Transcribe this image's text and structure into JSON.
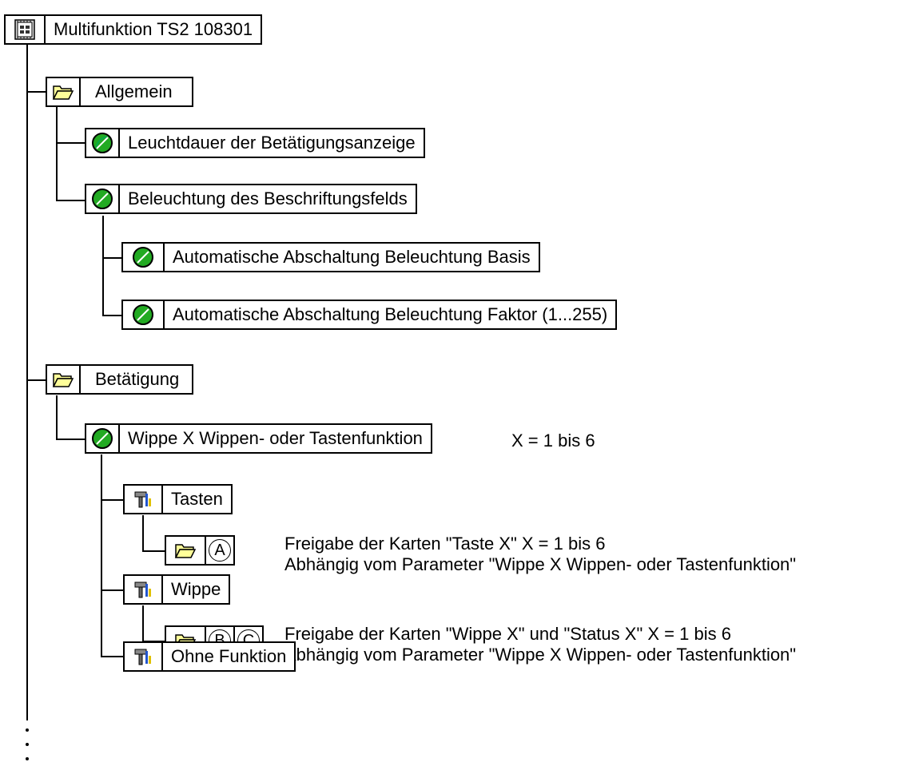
{
  "root": {
    "label": "Multifunktion TS2 108301",
    "icon": "device-icon"
  },
  "allgemein": {
    "label": "Allgemein",
    "icon": "folder-icon",
    "children": [
      {
        "label": "Leuchtdauer der Betätigungsanzeige",
        "icon": "parameter-icon"
      },
      {
        "label": "Beleuchtung des Beschriftungsfelds",
        "icon": "parameter-icon",
        "children": [
          {
            "label": "Automatische Abschaltung Beleuchtung Basis",
            "icon": "parameter-icon"
          },
          {
            "label": "Automatische Abschaltung Beleuchtung Faktor (1...255)",
            "icon": "parameter-icon"
          }
        ]
      }
    ]
  },
  "betaetigung": {
    "label": "Betätigung",
    "icon": "folder-icon",
    "wippe_param": {
      "label": "Wippe X Wippen- oder Tastenfunktion",
      "icon": "parameter-icon",
      "note": "X = 1 bis 6"
    },
    "options": [
      {
        "label": "Tasten",
        "icon": "tool-icon",
        "cards": [
          "A"
        ],
        "note_line1": "Freigabe der Karten \"Taste X\"  X = 1 bis 6",
        "note_line2": "Abhängig vom Parameter \"Wippe X  Wippen- oder Tastenfunktion\""
      },
      {
        "label": "Wippe",
        "icon": "tool-icon",
        "cards": [
          "B",
          "C"
        ],
        "note_line1": "Freigabe der Karten \"Wippe X\" und \"Status X\"  X = 1 bis 6",
        "note_line2": "Abhängig vom Parameter \"Wippe X  Wippen- oder Tastenfunktion\""
      },
      {
        "label": "Ohne Funktion",
        "icon": "tool-icon"
      }
    ]
  },
  "colors": {
    "folder": "#ffff99",
    "parameter": "#22aa22",
    "line": "#000000"
  }
}
